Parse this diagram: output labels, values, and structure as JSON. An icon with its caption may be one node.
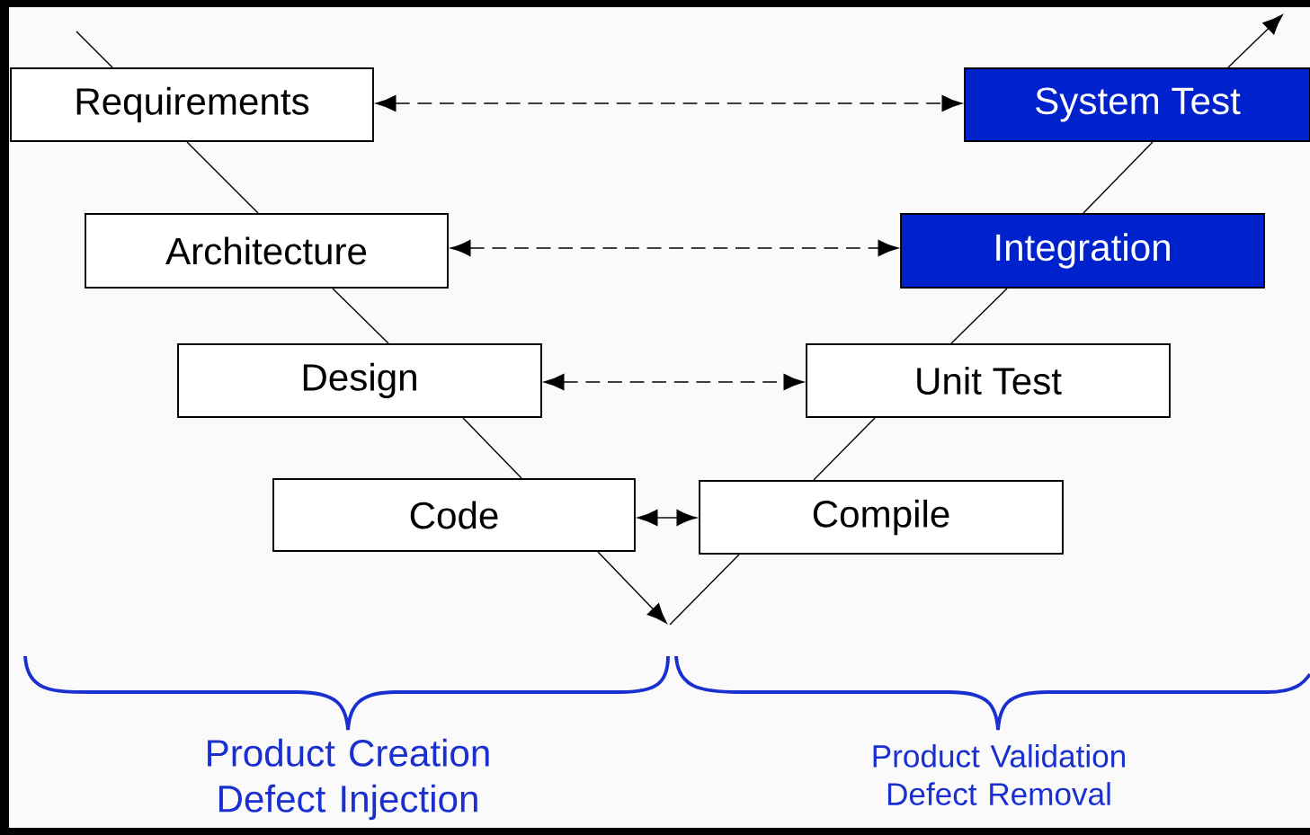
{
  "diagram": {
    "nodes": [
      {
        "text": [
          "Requirements"
        ]
      },
      {
        "text": [
          "Architecture"
        ]
      },
      {
        "text": [
          "Design"
        ]
      },
      {
        "text": [
          "Code"
        ]
      },
      {
        "text": [
          "System Test"
        ]
      },
      {
        "text": [
          "Integration"
        ]
      },
      {
        "text": [
          "Unit Test"
        ]
      },
      {
        "text": [
          "Compile"
        ]
      }
    ],
    "edges": [
      {
        "from": null,
        "to": 0,
        "arrow": "none"
      },
      {
        "from": 0,
        "to": 1,
        "arrow": "none"
      },
      {
        "from": 1,
        "to": 2,
        "arrow": "none"
      },
      {
        "from": 2,
        "to": 3,
        "arrow": "none"
      },
      {
        "from": 3,
        "to": null,
        "arrow": "to"
      },
      {
        "from": null,
        "to": 7,
        "arrow": "none"
      },
      {
        "from": 7,
        "to": 6,
        "arrow": "none"
      },
      {
        "from": 6,
        "to": 5,
        "arrow": "none"
      },
      {
        "from": 5,
        "to": 4,
        "arrow": "none"
      },
      {
        "from": 4,
        "to": null,
        "arrow": "to"
      },
      {
        "from": 0,
        "to": 4,
        "arrow": "both",
        "style": "dashed"
      },
      {
        "from": 1,
        "to": 5,
        "arrow": "both",
        "style": "dashed"
      },
      {
        "from": 2,
        "to": 6,
        "arrow": "both",
        "style": "dashed"
      },
      {
        "from": 3,
        "to": 7,
        "arrow": "both"
      }
    ],
    "labels": [
      "Product Creation Defect Injection",
      "Product Validation Defect Removal"
    ]
  }
}
